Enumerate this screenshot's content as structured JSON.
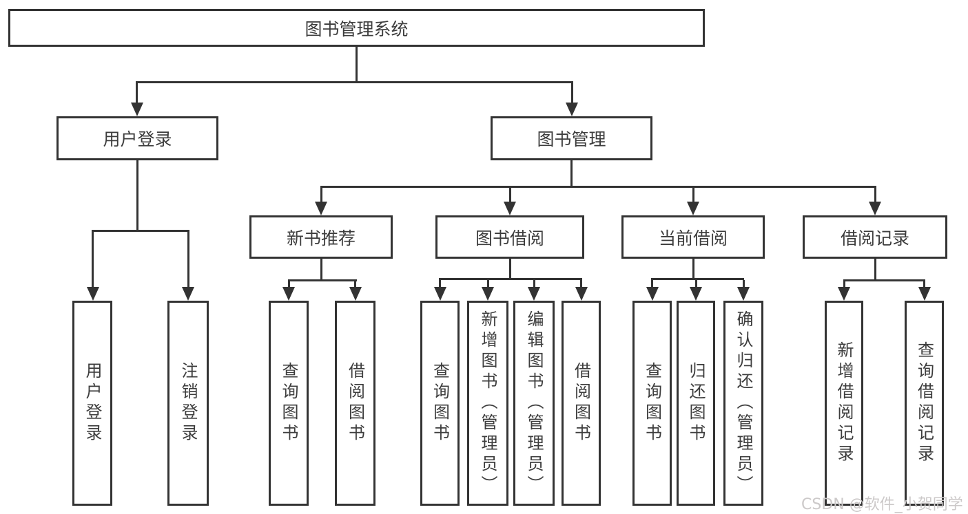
{
  "colors": {
    "line": "#333333",
    "text": "#3d3d3d",
    "background": "#ffffff",
    "watermark": "#ccc9c9"
  },
  "watermark": "CSDN @软件_小贺同学",
  "tree": {
    "root": {
      "label": "图书管理系统"
    },
    "branches": [
      {
        "label": "用户登录",
        "children": [
          {
            "label": "用户登录"
          },
          {
            "label": "注销登录"
          }
        ]
      },
      {
        "label": "图书管理",
        "children": [
          {
            "label": "新书推荐",
            "children": [
              {
                "label": "查询图书"
              },
              {
                "label": "借阅图书"
              }
            ]
          },
          {
            "label": "图书借阅",
            "children": [
              {
                "label": "查询图书"
              },
              {
                "label": "新增图书（管理员）"
              },
              {
                "label": "编辑图书（管理员）"
              },
              {
                "label": "借阅图书"
              }
            ]
          },
          {
            "label": "当前借阅",
            "children": [
              {
                "label": "查询图书"
              },
              {
                "label": "归还图书"
              },
              {
                "label": "确认归还（管理员）"
              }
            ]
          },
          {
            "label": "借阅记录",
            "children": [
              {
                "label": "新增借阅记录"
              },
              {
                "label": "查询借阅记录"
              }
            ]
          }
        ]
      }
    ]
  }
}
